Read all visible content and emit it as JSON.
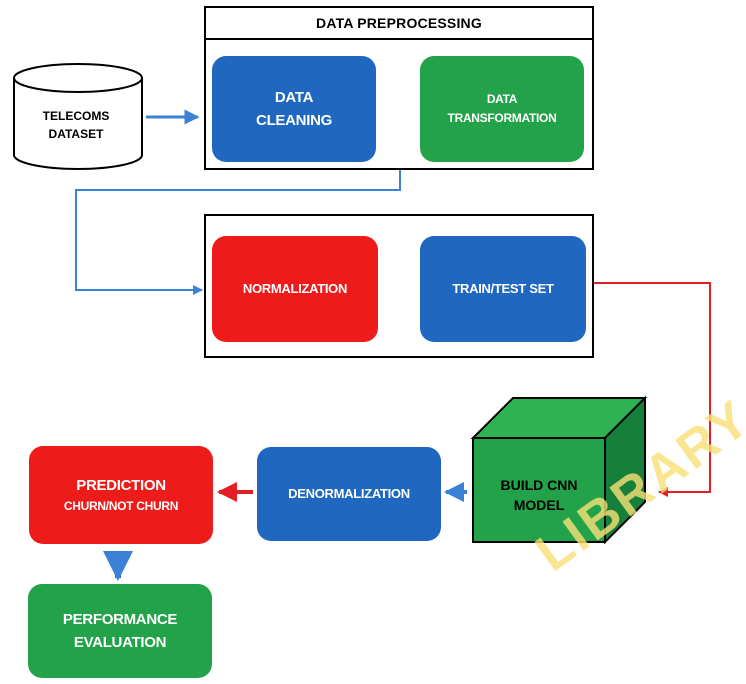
{
  "nodes": {
    "dataset": {
      "lines": [
        "TELECOMS",
        "DATASET"
      ]
    },
    "preprocessing_title": "DATA PREPROCESSING",
    "cleaning": {
      "lines": [
        "DATA",
        "CLEANING"
      ]
    },
    "transformation": {
      "lines": [
        "DATA",
        "TRANSFORMATION"
      ]
    },
    "normalization": "NORMALIZATION",
    "train_test": "TRAIN/TEST SET",
    "cnn": {
      "lines": [
        "BUILD CNN",
        "MODEL"
      ]
    },
    "denormalization": "DENORMALIZATION",
    "prediction": {
      "lines": [
        "PREDICTION",
        "CHURN/NOT CHURN"
      ]
    },
    "evaluation": {
      "lines": [
        "PERFORMANCE",
        "EVALUATION"
      ]
    }
  },
  "watermark": "LIBRARY",
  "colors": {
    "blue": "#1f67bf",
    "green": "#23a349",
    "red": "#ee1b1b",
    "arrow_blue": "#3b82d6",
    "arrow_red": "#e31e24",
    "cube_front": "#23a349",
    "cube_top": "#2fb352",
    "cube_side": "#16803a",
    "watermark": "#f9e178"
  }
}
